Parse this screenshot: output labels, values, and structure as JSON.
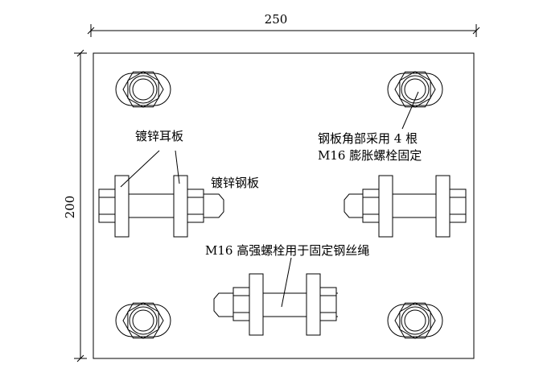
{
  "dimensions": {
    "width_label": "250",
    "height_label": "200"
  },
  "labels": {
    "ear_plate": "镀锌耳板",
    "steel_plate": "镀锌钢板",
    "corner_bolts_line1": "钢板角部采用 4 根",
    "corner_bolts_line2": "M16 膨胀螺栓固定",
    "high_strength_bolt": "M16 高强螺栓用于固定钢丝绳"
  },
  "colors": {
    "line": "#000000",
    "background": "#ffffff"
  }
}
